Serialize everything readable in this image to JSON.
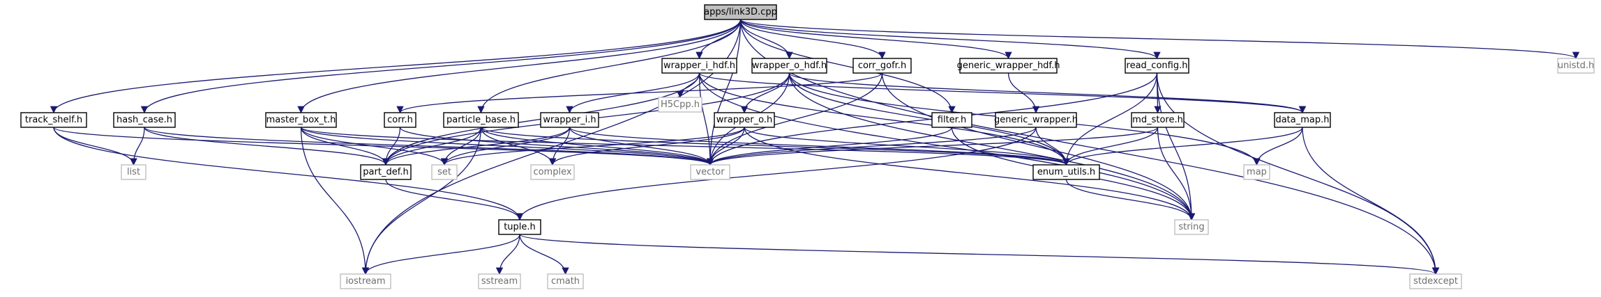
{
  "graph": {
    "colors": {
      "edge": "#191970",
      "root_fill": "#bfbfbf",
      "box_border": "#000000",
      "system_border": "#bfbfbf",
      "system_text": "#6e6e6e"
    },
    "nodes": [
      {
        "id": "link3d",
        "label": "apps/link3D.cpp",
        "kind": "root"
      },
      {
        "id": "wrapper_i_hdf",
        "label": "wrapper_i_hdf.h",
        "kind": "local"
      },
      {
        "id": "wrapper_o_hdf",
        "label": "wrapper_o_hdf.h",
        "kind": "local"
      },
      {
        "id": "corr_gofr",
        "label": "corr_gofr.h",
        "kind": "local"
      },
      {
        "id": "generic_wrapper_hdf",
        "label": "generic_wrapper_hdf.h",
        "kind": "local"
      },
      {
        "id": "read_config",
        "label": "read_config.h",
        "kind": "local"
      },
      {
        "id": "unistd",
        "label": "unistd.h",
        "kind": "system"
      },
      {
        "id": "h5cpp",
        "label": "H5Cpp.h",
        "kind": "system"
      },
      {
        "id": "track_shelf",
        "label": "track_shelf.h",
        "kind": "local"
      },
      {
        "id": "hash_case",
        "label": "hash_case.h",
        "kind": "local"
      },
      {
        "id": "master_box_t",
        "label": "master_box_t.h",
        "kind": "local"
      },
      {
        "id": "corr",
        "label": "corr.h",
        "kind": "local"
      },
      {
        "id": "particle_base",
        "label": "particle_base.h",
        "kind": "local"
      },
      {
        "id": "wrapper_i",
        "label": "wrapper_i.h",
        "kind": "local"
      },
      {
        "id": "wrapper_o",
        "label": "wrapper_o.h",
        "kind": "local"
      },
      {
        "id": "filter",
        "label": "filter.h",
        "kind": "local"
      },
      {
        "id": "generic_wrapper",
        "label": "generic_wrapper.h",
        "kind": "local"
      },
      {
        "id": "md_store",
        "label": "md_store.h",
        "kind": "local"
      },
      {
        "id": "data_map",
        "label": "data_map.h",
        "kind": "local"
      },
      {
        "id": "list",
        "label": "list",
        "kind": "system"
      },
      {
        "id": "set",
        "label": "set",
        "kind": "system"
      },
      {
        "id": "part_def",
        "label": "part_def.h",
        "kind": "local"
      },
      {
        "id": "complex",
        "label": "complex",
        "kind": "system"
      },
      {
        "id": "vector",
        "label": "vector",
        "kind": "system"
      },
      {
        "id": "enum_utils",
        "label": "enum_utils.h",
        "kind": "local"
      },
      {
        "id": "map",
        "label": "map",
        "kind": "system"
      },
      {
        "id": "tuple",
        "label": "tuple.h",
        "kind": "local"
      },
      {
        "id": "string",
        "label": "string",
        "kind": "system"
      },
      {
        "id": "iostream",
        "label": "iostream",
        "kind": "system"
      },
      {
        "id": "sstream",
        "label": "sstream",
        "kind": "system"
      },
      {
        "id": "cmath",
        "label": "cmath",
        "kind": "system"
      },
      {
        "id": "stdexcept",
        "label": "stdexcept",
        "kind": "system"
      }
    ],
    "edges": [
      [
        "link3d",
        "wrapper_i_hdf"
      ],
      [
        "link3d",
        "wrapper_o_hdf"
      ],
      [
        "link3d",
        "corr_gofr"
      ],
      [
        "link3d",
        "generic_wrapper_hdf"
      ],
      [
        "link3d",
        "read_config"
      ],
      [
        "link3d",
        "unistd"
      ],
      [
        "link3d",
        "track_shelf"
      ],
      [
        "link3d",
        "hash_case"
      ],
      [
        "link3d",
        "master_box_t"
      ],
      [
        "link3d",
        "particle_base"
      ],
      [
        "link3d",
        "filter"
      ],
      [
        "link3d",
        "vector"
      ],
      [
        "link3d",
        "iostream"
      ],
      [
        "link3d",
        "stdexcept"
      ],
      [
        "wrapper_i_hdf",
        "h5cpp"
      ],
      [
        "wrapper_i_hdf",
        "wrapper_i"
      ],
      [
        "wrapper_i_hdf",
        "vector"
      ],
      [
        "wrapper_i_hdf",
        "data_map"
      ],
      [
        "wrapper_i_hdf",
        "part_def"
      ],
      [
        "wrapper_i_hdf",
        "enum_utils"
      ],
      [
        "wrapper_i_hdf",
        "string"
      ],
      [
        "wrapper_o_hdf",
        "wrapper_o"
      ],
      [
        "wrapper_o_hdf",
        "vector"
      ],
      [
        "wrapper_o_hdf",
        "data_map"
      ],
      [
        "wrapper_o_hdf",
        "part_def"
      ],
      [
        "wrapper_o_hdf",
        "map"
      ],
      [
        "wrapper_o_hdf",
        "string"
      ],
      [
        "wrapper_o_hdf",
        "enum_utils"
      ],
      [
        "corr_gofr",
        "corr"
      ],
      [
        "corr_gofr",
        "vector"
      ],
      [
        "corr_gofr",
        "string"
      ],
      [
        "generic_wrapper_hdf",
        "generic_wrapper"
      ],
      [
        "read_config",
        "md_store"
      ],
      [
        "read_config",
        "vector"
      ],
      [
        "read_config",
        "enum_utils"
      ],
      [
        "read_config",
        "stdexcept"
      ],
      [
        "read_config",
        "string"
      ],
      [
        "track_shelf",
        "list"
      ],
      [
        "track_shelf",
        "vector"
      ],
      [
        "track_shelf",
        "tuple"
      ],
      [
        "hash_case",
        "list"
      ],
      [
        "hash_case",
        "part_def"
      ],
      [
        "hash_case",
        "vector"
      ],
      [
        "master_box_t",
        "part_def"
      ],
      [
        "master_box_t",
        "set"
      ],
      [
        "master_box_t",
        "iostream"
      ],
      [
        "master_box_t",
        "vector"
      ],
      [
        "master_box_t",
        "enum_utils"
      ],
      [
        "corr",
        "part_def"
      ],
      [
        "corr",
        "vector"
      ],
      [
        "particle_base",
        "part_def"
      ],
      [
        "particle_base",
        "set"
      ],
      [
        "particle_base",
        "complex"
      ],
      [
        "particle_base",
        "vector"
      ],
      [
        "particle_base",
        "iostream"
      ],
      [
        "particle_base",
        "enum_utils"
      ],
      [
        "wrapper_i",
        "part_def"
      ],
      [
        "wrapper_i",
        "set"
      ],
      [
        "wrapper_i",
        "complex"
      ],
      [
        "wrapper_i",
        "vector"
      ],
      [
        "wrapper_i",
        "enum_utils"
      ],
      [
        "wrapper_o",
        "set"
      ],
      [
        "wrapper_o",
        "complex"
      ],
      [
        "wrapper_o",
        "vector"
      ],
      [
        "wrapper_o",
        "enum_utils"
      ],
      [
        "wrapper_o",
        "string"
      ],
      [
        "filter",
        "vector"
      ],
      [
        "filter",
        "string"
      ],
      [
        "generic_wrapper",
        "tuple"
      ],
      [
        "generic_wrapper",
        "vector"
      ],
      [
        "generic_wrapper",
        "enum_utils"
      ],
      [
        "md_store",
        "vector"
      ],
      [
        "md_store",
        "enum_utils"
      ],
      [
        "md_store",
        "string"
      ],
      [
        "data_map",
        "map"
      ],
      [
        "data_map",
        "enum_utils"
      ],
      [
        "data_map",
        "stdexcept"
      ],
      [
        "part_def",
        "tuple"
      ],
      [
        "enum_utils",
        "string"
      ],
      [
        "tuple",
        "iostream"
      ],
      [
        "tuple",
        "sstream"
      ],
      [
        "tuple",
        "cmath"
      ],
      [
        "tuple",
        "stdexcept"
      ]
    ]
  }
}
